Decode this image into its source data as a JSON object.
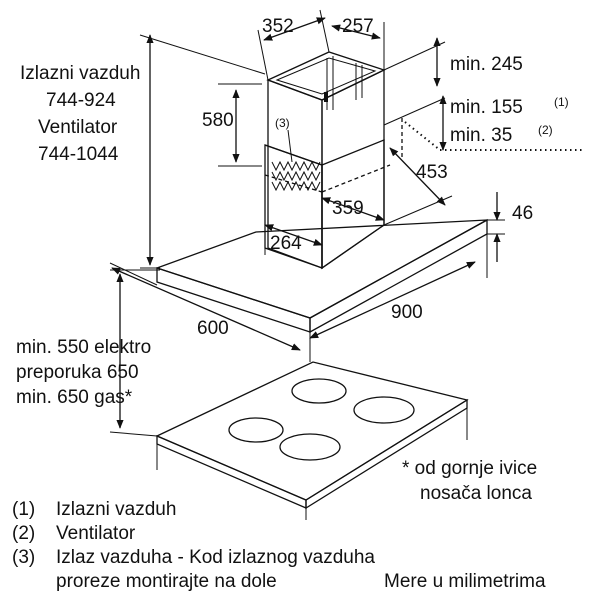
{
  "labels": {
    "outlet_air": "Izlazni vazduh",
    "outlet_air_range": "744-924",
    "fan": "Ventilator",
    "fan_range": "744-1044",
    "dim_352": "352",
    "dim_257": "257",
    "dim_580": "580",
    "min_245": "min. 245",
    "min_155": "min. 155",
    "min_155_note": "(1)",
    "min_35": "min. 35",
    "min_35_note": "(2)",
    "dim_453": "453",
    "dim_359": "359",
    "dim_264": "264",
    "dim_46": "46",
    "dim_900": "900",
    "dim_600": "600",
    "callout_3": "(3)",
    "clearance_line1": "min. 550 elektro",
    "clearance_line2": "preporuka 650",
    "clearance_line3": "min. 650 gas*",
    "footnote_line1": "* od gornje ivice",
    "footnote_line2": "nosača lonca"
  },
  "legend": [
    {
      "num": "(1)",
      "text": "Izlazni vazduh"
    },
    {
      "num": "(2)",
      "text": "Ventilator"
    },
    {
      "num": "(3)",
      "text": "Izlaz vazduha - Kod izlaznog vazduha"
    },
    {
      "num": "",
      "text": "proreze montirajte na dole"
    }
  ],
  "units_note": "Mere u milimetrima"
}
